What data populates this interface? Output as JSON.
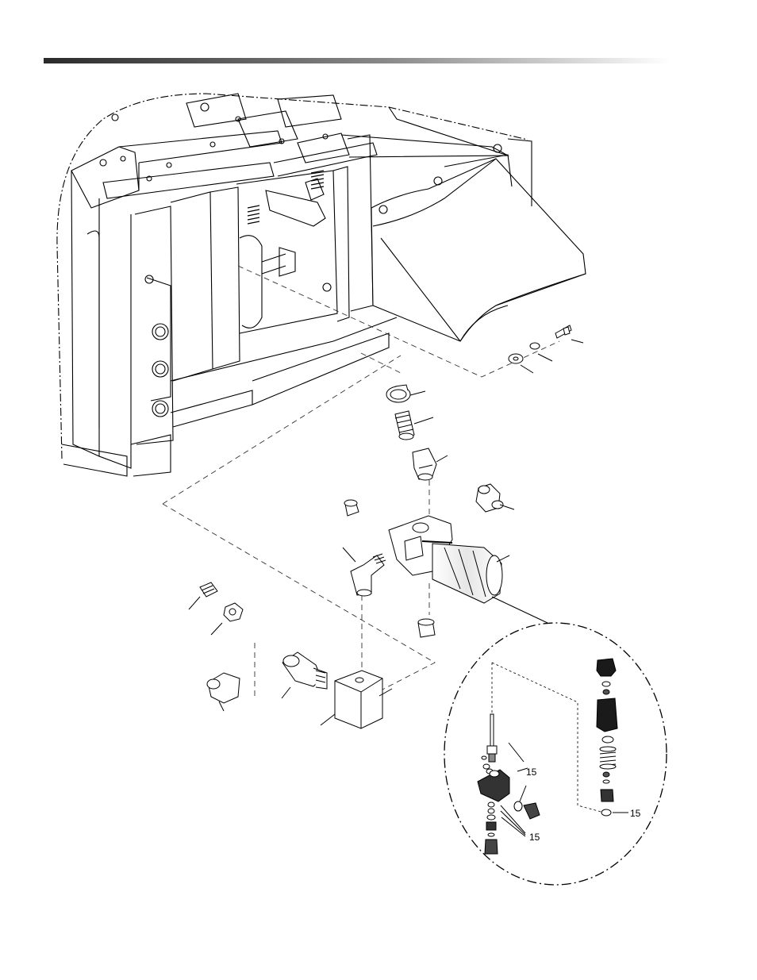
{
  "header": {
    "rule_color": "#2a2a2a",
    "rule_fade": "#ffffff"
  },
  "detail": {
    "callouts": [
      {
        "label": "15"
      },
      {
        "label": "15"
      },
      {
        "label": "15"
      }
    ]
  },
  "colors": {
    "ink": "#000000",
    "paper": "#ffffff",
    "shade": "#d9d9d9",
    "dark": "#1a1a1a"
  }
}
